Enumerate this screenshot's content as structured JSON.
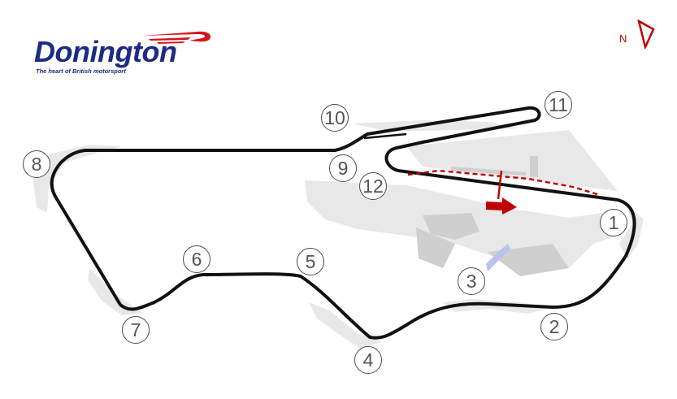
{
  "logo": {
    "name": "Donington",
    "tagline": "The heart of British motorsport",
    "colors": {
      "text": "#1d2a86",
      "swoosh": "#d4141c"
    }
  },
  "compass": {
    "letter": "N",
    "icon": "north-arrow-icon",
    "color": "#c00000"
  },
  "track": {
    "line_color": "#111111",
    "runoff_color": "#e6e6e6",
    "pit_lane_color": "#c00000"
  },
  "turns": [
    "1",
    "2",
    "3",
    "4",
    "5",
    "6",
    "7",
    "8",
    "9",
    "10",
    "11",
    "12"
  ]
}
